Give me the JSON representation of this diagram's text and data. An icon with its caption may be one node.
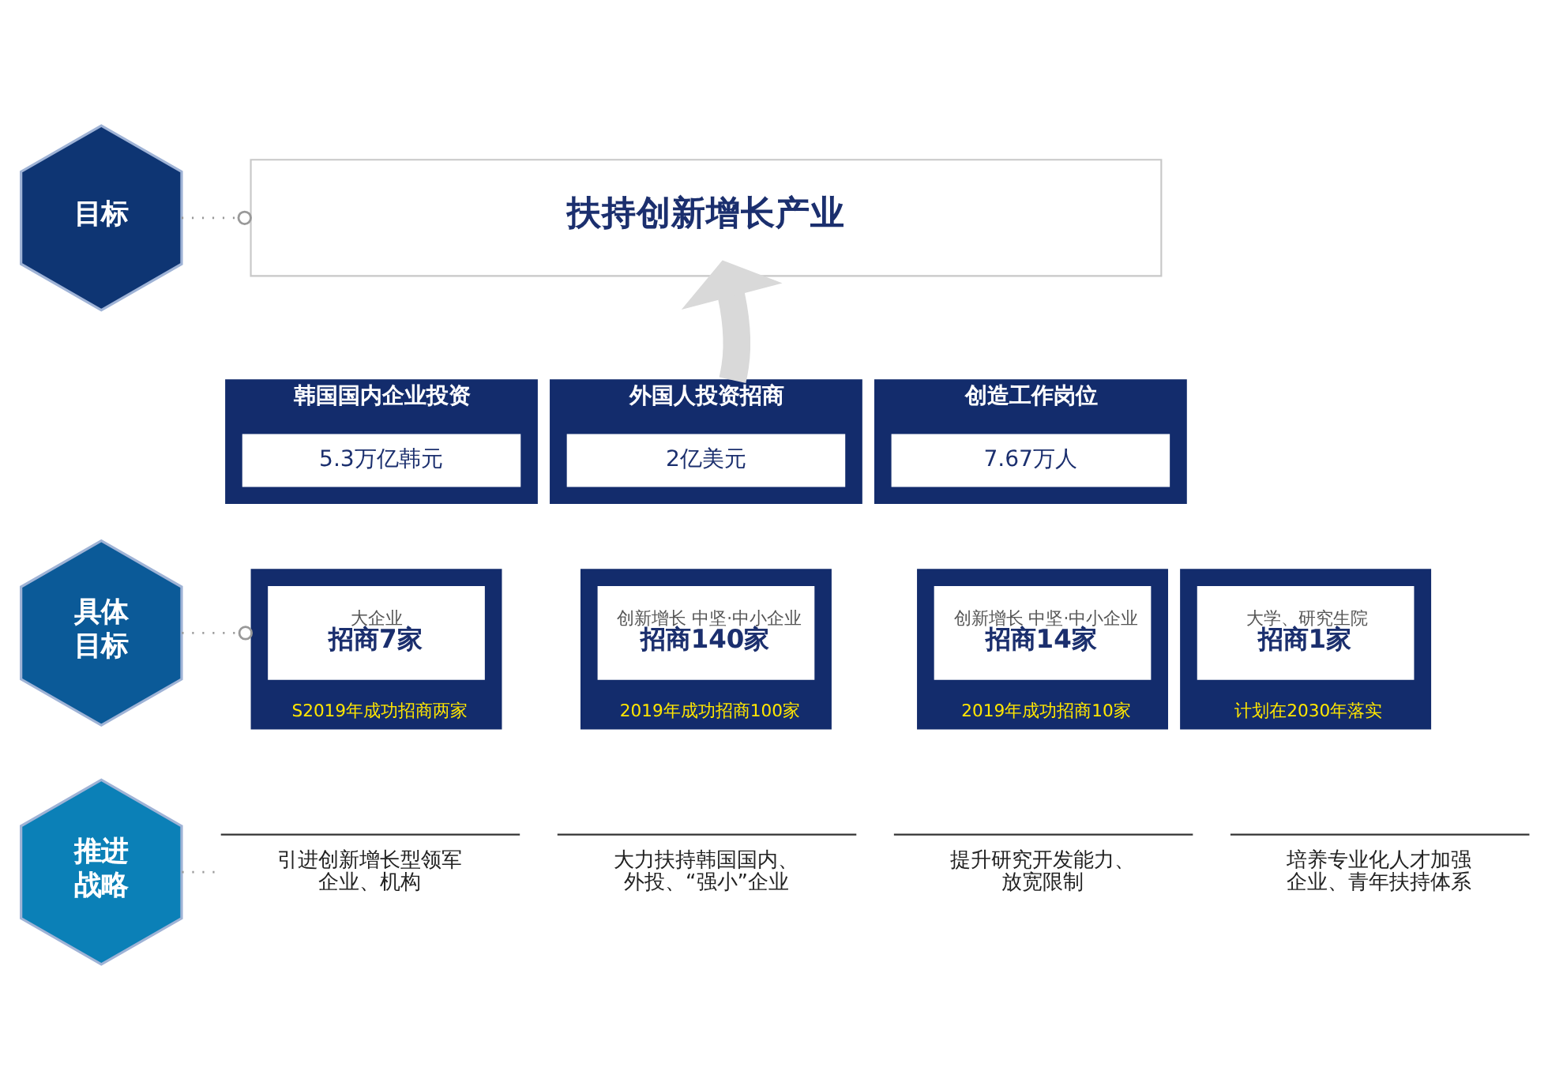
{
  "diagram": {
    "nodes": [
      {
        "text": [
          "目标"
        ]
      },
      {
        "text": [
          "扶持创新增长产业"
        ]
      },
      {
        "text": [
          "韩国国内企业投资"
        ]
      },
      {
        "text": [
          "5.3万亿韩元"
        ],
        "in": 2
      },
      {
        "text": [
          "外国人投资招商"
        ]
      },
      {
        "text": [
          "2亿美元"
        ],
        "in": 4
      },
      {
        "text": [
          "创造工作岗位"
        ]
      },
      {
        "text": [
          "7.67万人"
        ],
        "in": 6
      },
      {
        "text": [
          "具体目标"
        ]
      },
      {
        "text": [
          "S2019年成功招商两家"
        ]
      },
      {
        "text": [
          "大企业",
          "招商7家"
        ],
        "in": 9
      },
      {
        "text": [
          "2019年成功招商100家"
        ]
      },
      {
        "text": [
          "创新增长 中坚·中小企业",
          "招商140家"
        ],
        "in": 11
      },
      {
        "text": [
          "2019年成功招商10家"
        ]
      },
      {
        "text": [
          "创新增长 中坚·中小企业",
          "招商14家"
        ],
        "in": 13
      },
      {
        "text": [
          "计划在2030年落实"
        ]
      },
      {
        "text": [
          "大学、研究生院",
          "招商1家"
        ],
        "in": 15
      },
      {
        "text": [
          "推进战略"
        ]
      },
      {
        "text": [
          "引进创新增长型领军企业、机构"
        ]
      },
      {
        "text": [
          "大力扶持韩国国内、外投、“强小”企业"
        ]
      },
      {
        "text": [
          "提升研究开发能力、放宽限制"
        ]
      },
      {
        "text": [
          "培养专业化人才加强企业、青年扶持体系"
        ]
      }
    ],
    "edges": [
      {
        "from": 0,
        "to": 1,
        "arrow": "other",
        "style": "dashed"
      },
      {
        "from": 4,
        "to": 1,
        "arrow": "to",
        "style": "thick",
        "color": "#d9d9d9"
      },
      {
        "from": 8,
        "to": 9,
        "arrow": "other",
        "style": "dashed"
      },
      {
        "from": 17,
        "to": 18,
        "arrow": "none",
        "style": "dashed"
      }
    ]
  }
}
